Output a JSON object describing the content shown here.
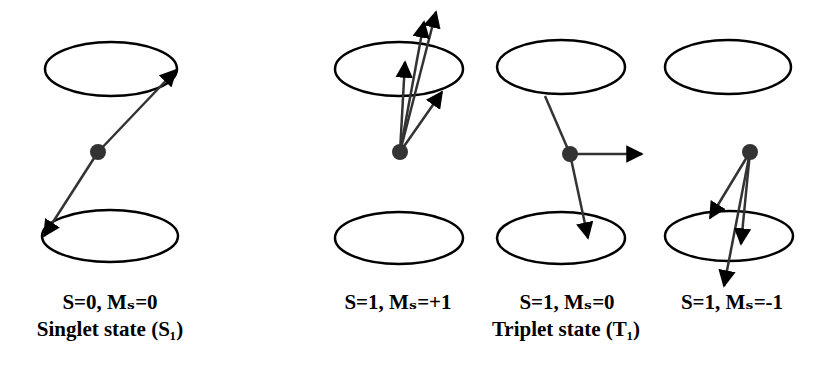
{
  "diagram": {
    "labels": [
      "S=0, Mₛ=0",
      "S=1, Mₛ=+1",
      "S=1, Mₛ=0",
      "S=1, Mₛ=-1",
      "Singlet state (S₁)",
      "Triplet state (T₁)"
    ]
  }
}
